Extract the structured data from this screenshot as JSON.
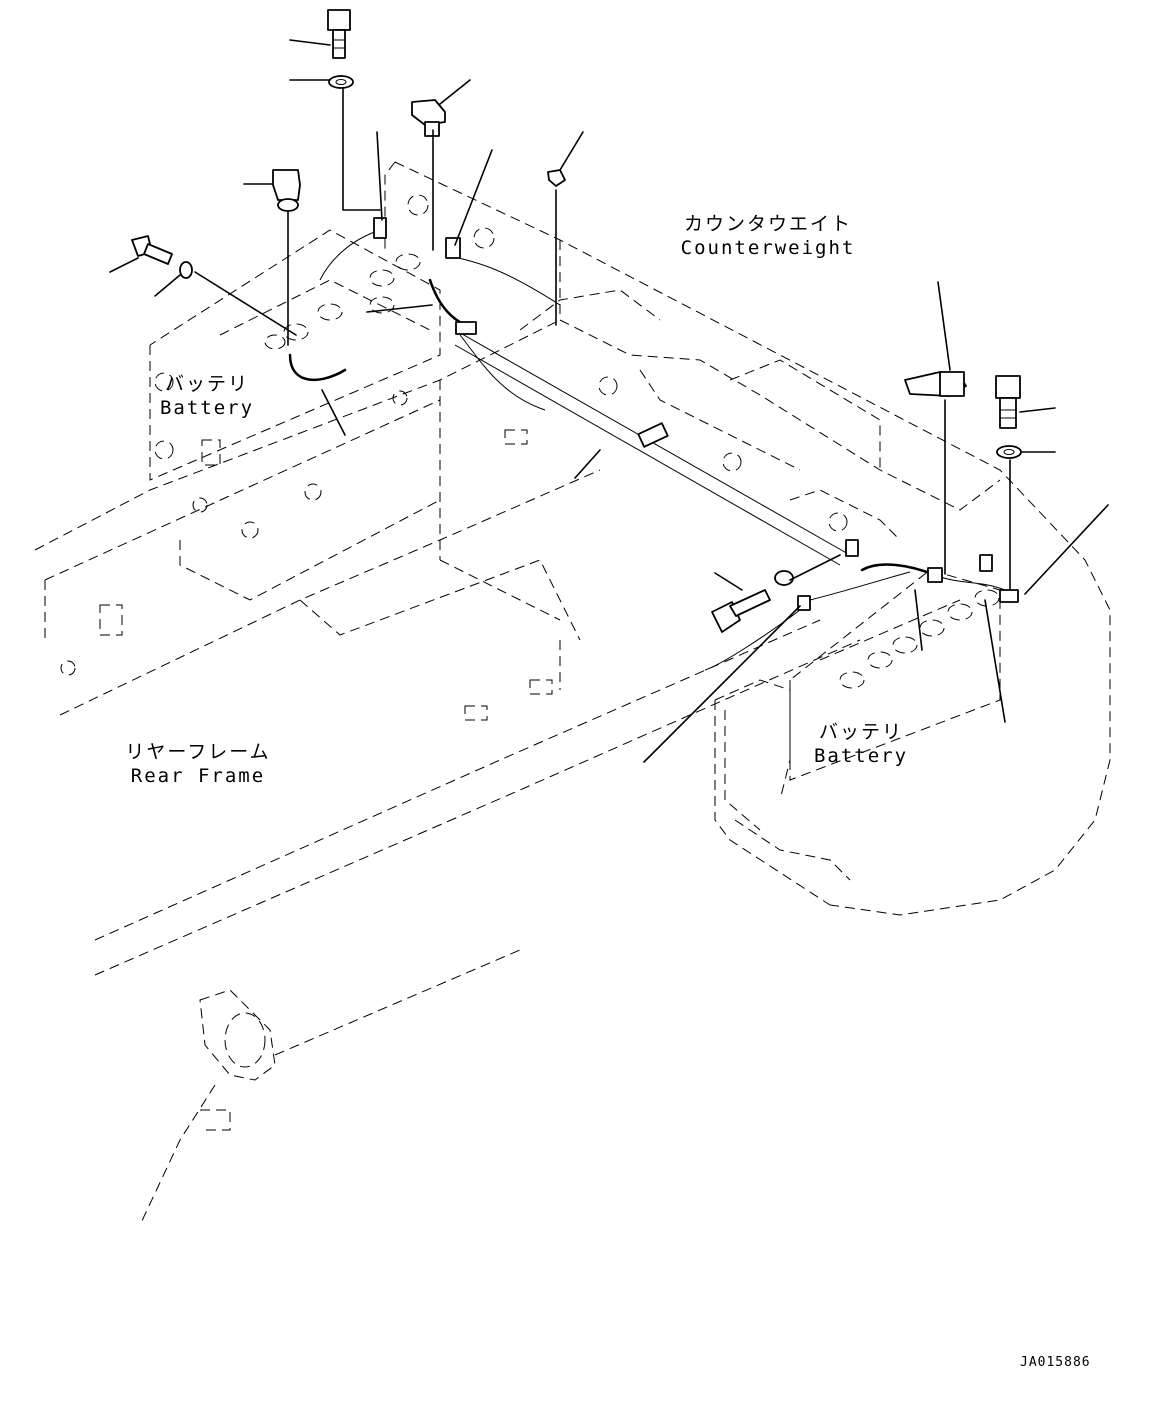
{
  "labels": {
    "counterweight_jp": "カウンタウエイト",
    "counterweight_en": "Counterweight",
    "battery_left_jp": "バッテリ",
    "battery_left_en": "Battery",
    "battery_right_jp": "バッテリ",
    "battery_right_en": "Battery",
    "rear_frame_jp": "リヤーフレーム",
    "rear_frame_en": "Rear Frame"
  },
  "drawing_code": "JA015886"
}
